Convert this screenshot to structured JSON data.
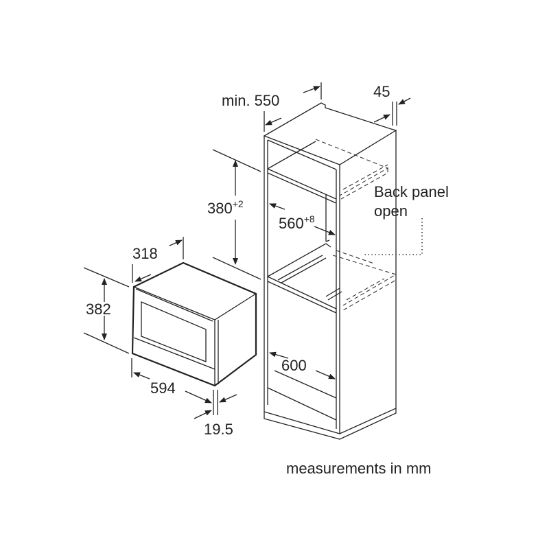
{
  "dimensions": {
    "cabinet_depth": "min. 550",
    "back_gap": "45",
    "niche_height": "380",
    "niche_height_tol": "+2",
    "niche_width": "560",
    "niche_width_tol": "+8",
    "cabinet_inner_width": "600",
    "appliance_depth": "318",
    "appliance_height": "382",
    "appliance_width": "594",
    "front_thickness": "19.5"
  },
  "labels": {
    "back_panel_line1": "Back panel",
    "back_panel_line2": "open",
    "units_note": "measurements in mm"
  }
}
